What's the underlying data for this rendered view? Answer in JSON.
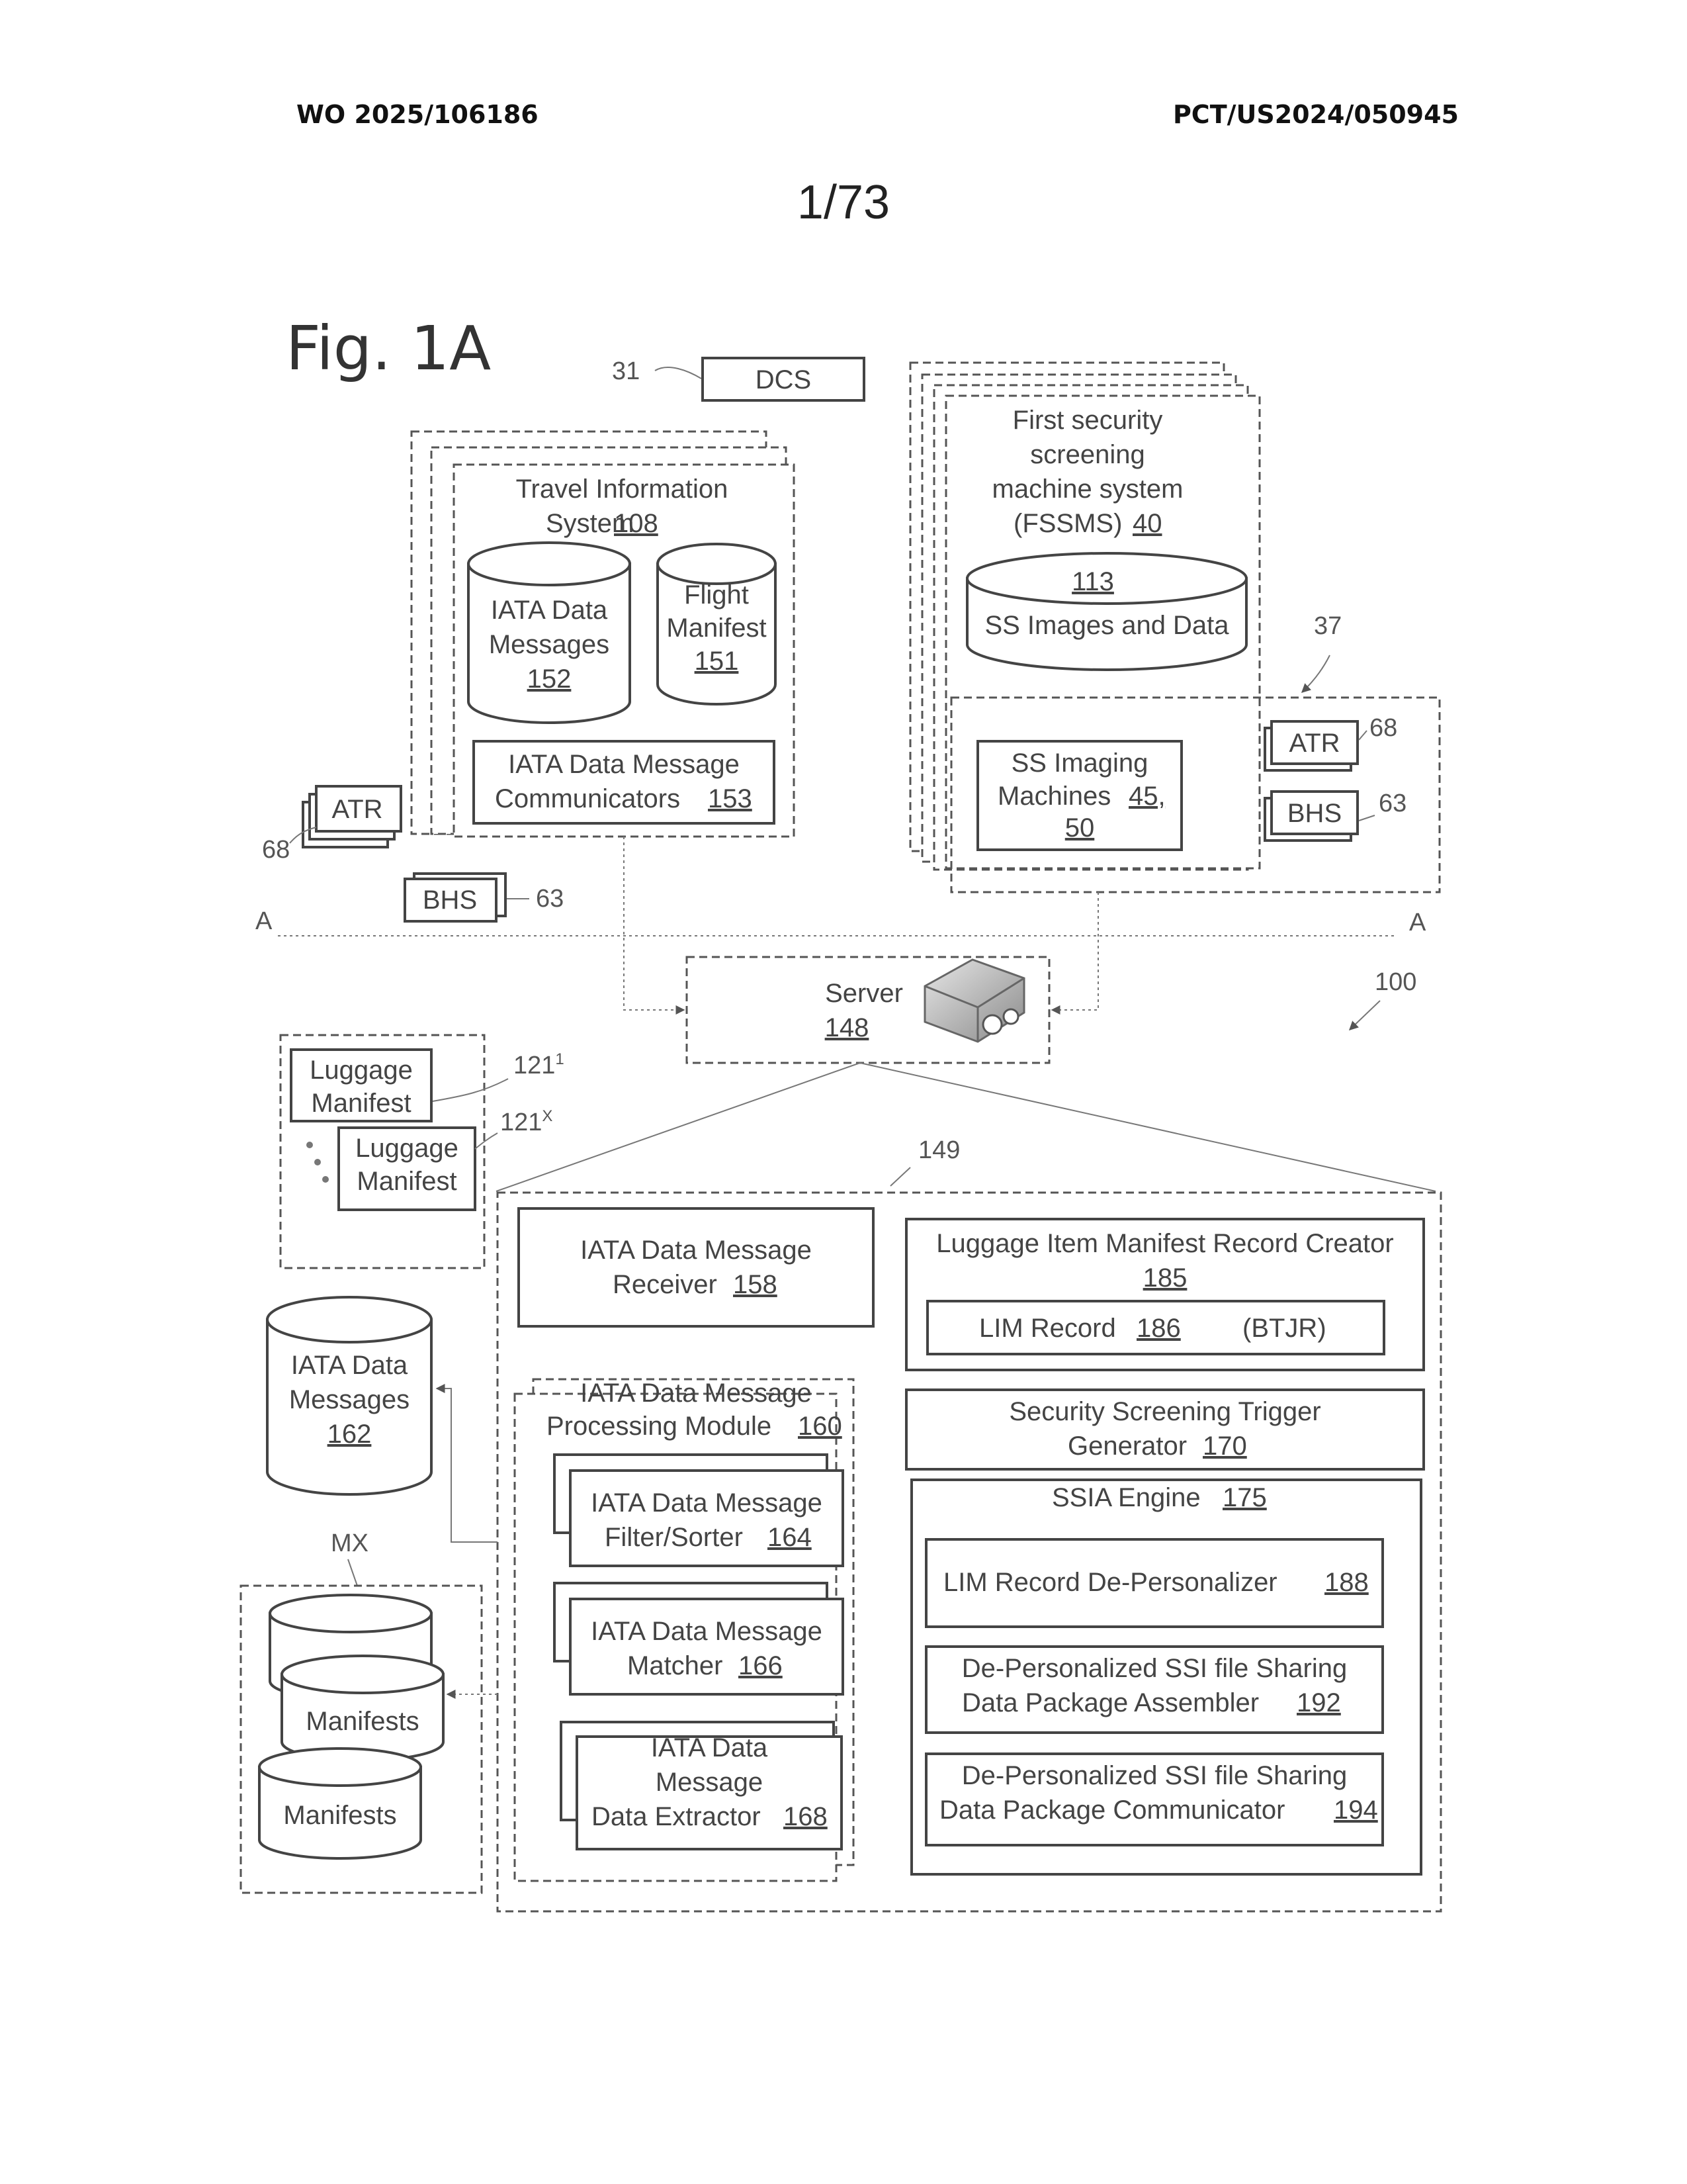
{
  "header": {
    "publication_number": "WO 2025/106186",
    "application_number": "PCT/US2024/050945",
    "page_number": "1/73"
  },
  "figure": {
    "title": "Fig. 1A",
    "labels": {
      "dcs_ref": "31",
      "dcs": "DCS",
      "ref_37": "37",
      "ref_100": "100",
      "ref_149": "149",
      "section_a_left": "A",
      "section_a_right": "A",
      "mx": "MX"
    },
    "travel_info_system": {
      "title_line1": "Travel Information",
      "title_line2": "System",
      "ref": "108",
      "iata_db_line1": "IATA Data",
      "iata_db_line2": "Messages",
      "iata_db_ref": "152",
      "flight_manifest_line1": "Flight",
      "flight_manifest_line2": "Manifest",
      "flight_manifest_ref": "151",
      "communicators_line1": "IATA Data Message",
      "communicators_line2": "Communicators",
      "communicators_ref": "153"
    },
    "fssms": {
      "line1": "First security",
      "line2": "screening",
      "line3": "machine system",
      "line4": "(FSSMS)",
      "ref": "40",
      "ss_db_ref": "113",
      "ss_db_label": "SS Images and Data",
      "imaging_line1": "SS Imaging",
      "imaging_line2": "Machines",
      "imaging_ref1": "45,",
      "imaging_ref2": "50"
    },
    "peripherals": {
      "atr": "ATR",
      "atr_ref": "68",
      "bhs": "BHS",
      "bhs_ref": "63"
    },
    "server": {
      "label": "Server",
      "ref": "148"
    },
    "luggage_manifests": {
      "line1": "Luggage",
      "line2": "Manifest",
      "ref_first": "121",
      "ref_first_sup": "1",
      "ref_last": "121",
      "ref_last_sup": "X"
    },
    "iata_messages_db": {
      "line1": "IATA Data",
      "line2": "Messages",
      "ref": "162"
    },
    "manifests_db": {
      "label": "Manifests"
    },
    "modules": {
      "receiver_line1": "IATA Data Message",
      "receiver_line2": "Receiver",
      "receiver_ref": "158",
      "processing_line1": "IATA Data Message",
      "processing_line2": "Processing Module",
      "processing_ref": "160",
      "filter_line1": "IATA Data Message",
      "filter_line2": "Filter/Sorter",
      "filter_ref": "164",
      "matcher_line1": "IATA Data Message",
      "matcher_line2": "Matcher",
      "matcher_ref": "166",
      "extractor_line1": "IATA Data",
      "extractor_line2": "Message",
      "extractor_line3": "Data Extractor",
      "extractor_ref": "168",
      "lim_creator_line1": "Luggage Item Manifest Record Creator",
      "lim_creator_ref": "185",
      "lim_record": "LIM Record",
      "lim_record_ref": "186",
      "lim_record_alt": "(BTJR)",
      "trigger_line1": "Security Screening Trigger",
      "trigger_line2": "Generator",
      "trigger_ref": "170",
      "ssia_engine": "SSIA Engine",
      "ssia_engine_ref": "175",
      "depersonalizer": "LIM Record De-Personalizer",
      "depersonalizer_ref": "188",
      "assembler_line1": "De-Personalized SSI file Sharing",
      "assembler_line2": "Data Package Assembler",
      "assembler_ref": "192",
      "communicator_line1": "De-Personalized SSI file Sharing",
      "communicator_line2": "Data Package Communicator",
      "communicator_ref": "194"
    }
  }
}
